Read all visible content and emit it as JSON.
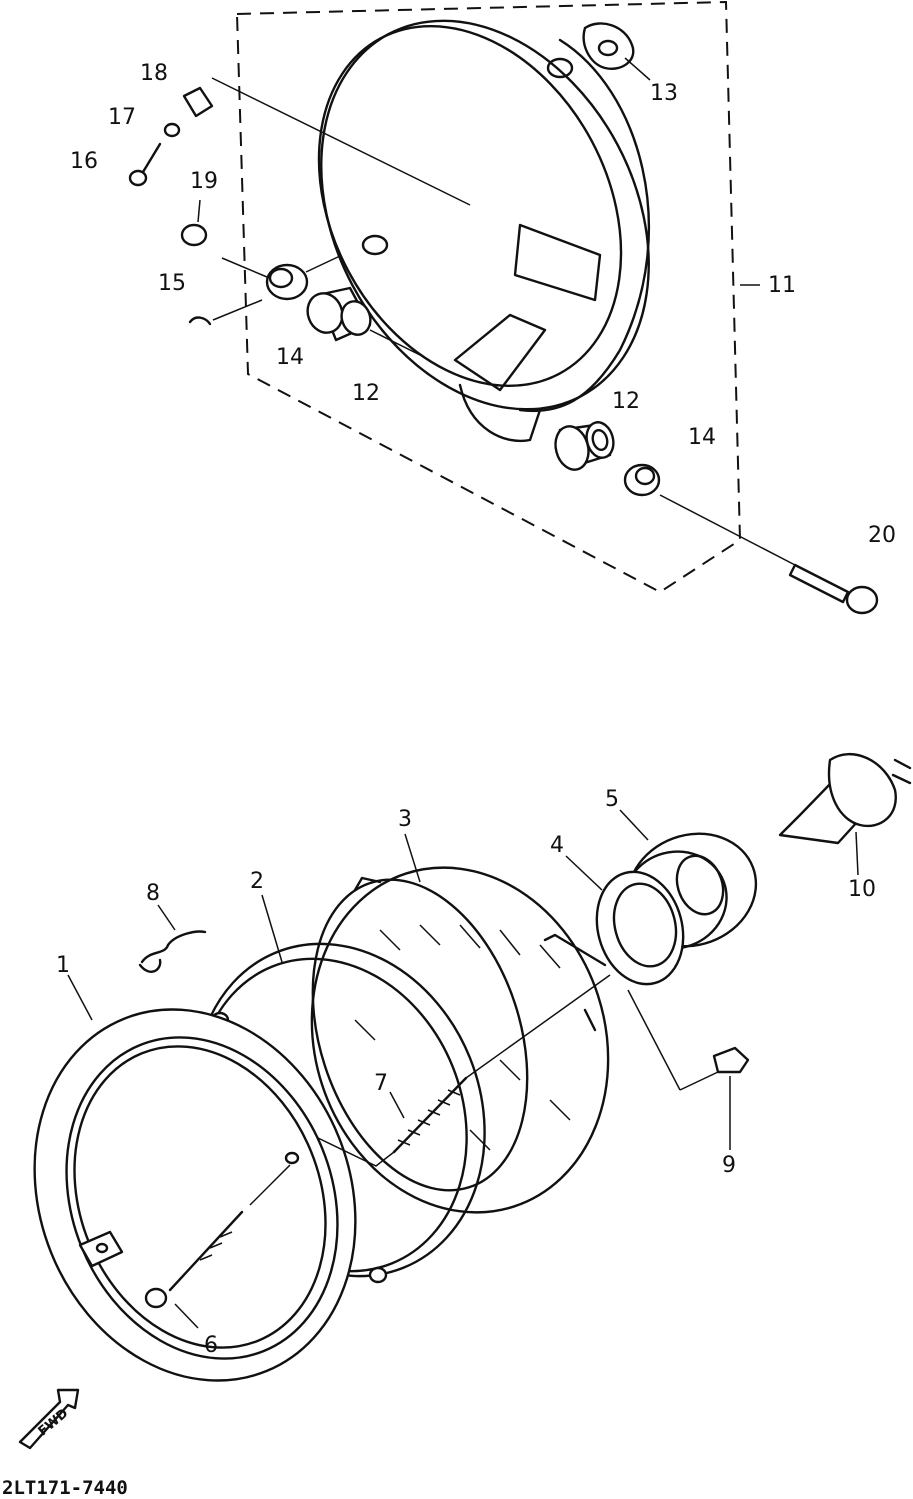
{
  "figure_code": "2LT171-7440",
  "fwd_text": "FWD",
  "part_labels": {
    "p1": "1",
    "p2": "2",
    "p3": "3",
    "p4": "4",
    "p5": "5",
    "p6": "6",
    "p7": "7",
    "p8": "8",
    "p9": "9",
    "p10": "10",
    "p11": "11",
    "p12a": "12",
    "p12b": "12",
    "p13": "13",
    "p14a": "14",
    "p14b": "14",
    "p15": "15",
    "p16": "16",
    "p17": "17",
    "p18": "18",
    "p19": "19",
    "p20": "20"
  }
}
